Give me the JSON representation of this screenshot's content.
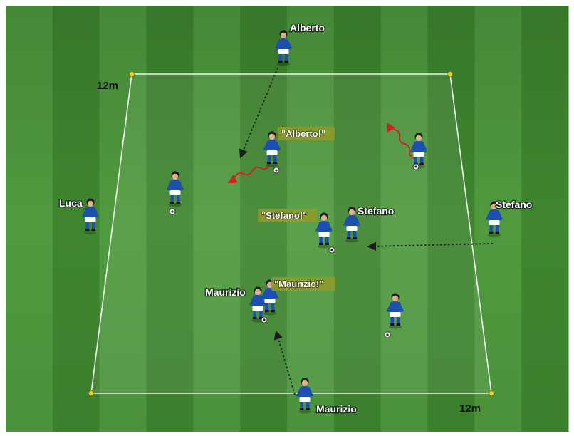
{
  "drill": {
    "dimension_labels": [
      "12m",
      "12m"
    ],
    "player_names": {
      "alberto": "Alberto",
      "luca": "Luca",
      "stefano_inside": "Stefano",
      "stefano_outside": "Stefano",
      "maurizio_inside": "Maurizio",
      "maurizio_outside": "Maurizio"
    },
    "calls": {
      "alberto": "\"Alberto!\"",
      "stefano": "\"Stefano!\"",
      "maurizio": "\"Maurizio!\""
    },
    "colors": {
      "pitch_light": "#4f9a3e",
      "pitch_dark": "#3f862f",
      "pass_arrow": "#222222",
      "dribble_arrow": "#d02020",
      "cone": "#e8d020",
      "kit_shirt": "#1c4fb0",
      "kit_shorts": "#ffffff"
    }
  }
}
